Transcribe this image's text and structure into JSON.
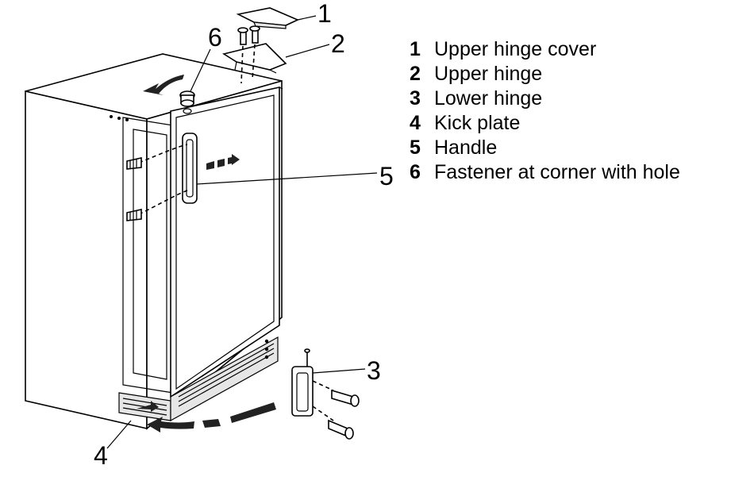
{
  "callouts": {
    "c1": "1",
    "c2": "2",
    "c3": "3",
    "c4": "4",
    "c5": "5",
    "c6": "6"
  },
  "legend": [
    {
      "num": "1",
      "label": "Upper hinge cover"
    },
    {
      "num": "2",
      "label": "Upper hinge"
    },
    {
      "num": "3",
      "label": "Lower hinge"
    },
    {
      "num": "4",
      "label": "Kick plate"
    },
    {
      "num": "5",
      "label": "Handle"
    },
    {
      "num": "6",
      "label": "Fastener at corner with hole"
    }
  ]
}
